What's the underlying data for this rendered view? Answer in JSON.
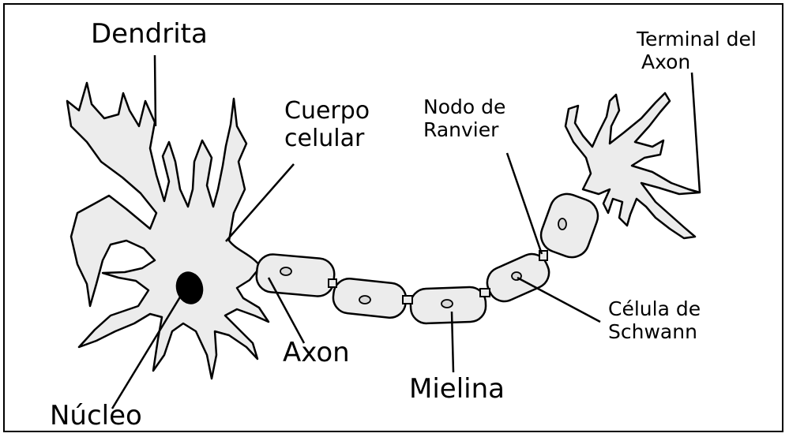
{
  "labels": {
    "dendrita": "Dendrita",
    "cuerpo_celular": [
      "Cuerpo",
      "celular"
    ],
    "nodo_ranvier": [
      "Nodo de",
      "Ranvier"
    ],
    "terminal_axon": [
      "Terminal del",
      "Axon"
    ],
    "celula_schwann": [
      "Célula de",
      "Schwann"
    ],
    "axon": "Axon",
    "mielina": "Mielina",
    "nucleo": "Núcleo"
  },
  "colors": {
    "cell_fill": "#ececec",
    "stroke": "#000000",
    "nucleus": "#000000"
  }
}
